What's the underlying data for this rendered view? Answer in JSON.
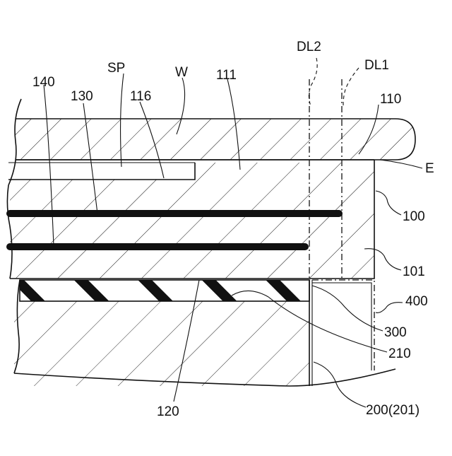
{
  "labels": {
    "dl2": "DL2",
    "dl1": "DL1",
    "sp": "SP",
    "w": "W",
    "l140": "140",
    "l130": "130",
    "l116": "116",
    "l111": "111",
    "l110": "110",
    "e": "E",
    "l100": "100",
    "l101": "101",
    "l400": "400",
    "l300": "300",
    "l210": "210",
    "l120": "120",
    "l200": "200(201)"
  }
}
